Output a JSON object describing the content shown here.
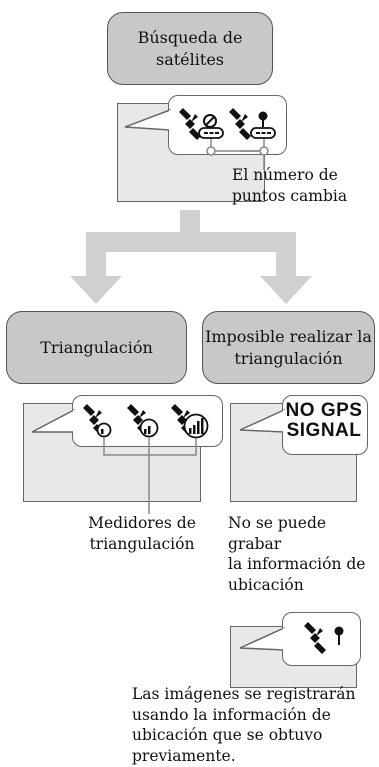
{
  "search_box": {
    "label": "Búsqueda de satélites"
  },
  "search_caption": {
    "line1": "El número de",
    "line2": "puntos cambia"
  },
  "triangulation_box": {
    "label": "Triangulación"
  },
  "impossible_box": {
    "line1": "Imposible realizar la",
    "line2": "triangulación"
  },
  "meter_caption": {
    "line1": "Medidores de",
    "line2": "triangulación"
  },
  "no_gps": {
    "line1": "NO GPS",
    "line2": "SIGNAL"
  },
  "no_record_caption": {
    "line1": "No se puede grabar",
    "line2": "la información de",
    "line3": "ubicación"
  },
  "prev_caption": {
    "line1": "Las imágenes se registrarán",
    "line2": "usando la información de",
    "line3": "ubicación que se obtuvo",
    "line4": "previamente."
  },
  "icons": [
    "satellite-searching-icon",
    "satellite-pin-icon",
    "satellite-weak-icon",
    "satellite-medium-icon",
    "satellite-strong-icon",
    "location-pin-icon"
  ],
  "colors": {
    "box_fill": "#c8c8c8",
    "screen_fill": "#e8e8e8",
    "arrow_fill": "#d0d0d0",
    "outline": "#555555"
  }
}
